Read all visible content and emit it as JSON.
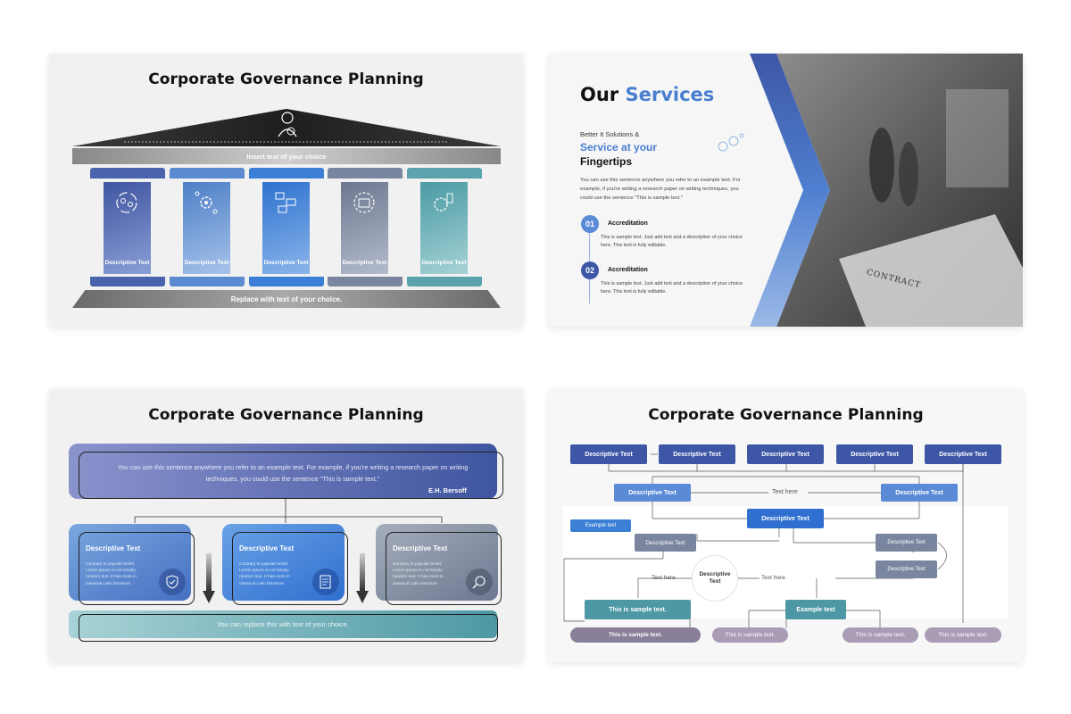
{
  "slide1": {
    "title": "Corporate Governance Planning",
    "roof_text": "Insert text of your choice",
    "base_text": "Replace with text of your choice.",
    "columns": [
      {
        "label": "Descriptive Text",
        "icon": "recycle-people-icon",
        "color": "#4a63ad"
      },
      {
        "label": "Descriptive Text",
        "icon": "gear-network-icon",
        "color": "#5a8bd0"
      },
      {
        "label": "Descriptive Text",
        "icon": "process-chart-icon",
        "color": "#3b7fd6"
      },
      {
        "label": "Descriptive Text",
        "icon": "briefcase-gear-icon",
        "color": "#7a869f"
      },
      {
        "label": "Descriptive Text",
        "icon": "gear-building-icon",
        "color": "#5aa3ad"
      }
    ],
    "roof_icon": "manager-icon"
  },
  "slide2": {
    "title_plain": "Our ",
    "title_accent": "Services",
    "subtitle_small": "Better It Solutions &",
    "subtitle_accent": "Service at your",
    "subtitle_dark": "Fingertips",
    "paragraph": "You can use this sentence anywhere you refer to an example text. For example, if you're writing a research paper on writing techniques, you could use the sentence \"This is sample text.\"",
    "items": [
      {
        "num": "01",
        "heading": "Accreditation",
        "text": "This is sample text. Just add text and a description of your choice here. This text is fully editable."
      },
      {
        "num": "02",
        "heading": "Accreditation",
        "text": "This is sample text. Just add text and a description of your choice here. This text is fully editable."
      }
    ],
    "accent": "#4a7fd0",
    "photo_caption": "CONTRACT"
  },
  "slide3": {
    "title": "Corporate Governance Planning",
    "quote": "You can use this sentence anywhere you refer to an example text. For example, if you're writing a research paper on writing techniques, you could use the sentence \"This is sample text.\"",
    "author": "E.H. Bersoff",
    "cards": [
      {
        "title": "Descriptive Text",
        "text": "Contrary to popular belief, Lorem Ipsum is not simply random text. It has roots in classical Latin literature.",
        "icon": "shield-hand-icon"
      },
      {
        "title": "Descriptive Text",
        "text": "Contrary to popular belief, Lorem Ipsum is not simply random text. It has roots in classical Latin literature.",
        "icon": "document-icon"
      },
      {
        "title": "Descriptive Text",
        "text": "Contrary to popular belief, Lorem Ipsum is not simply random text. It has roots in classical Latin literature.",
        "icon": "magnifier-icon"
      }
    ],
    "footer": "You can replace this with text of your choice."
  },
  "slide4": {
    "title": "Corporate Governance Planning",
    "top_row": [
      "Descriptive Text",
      "Descriptive Text",
      "Descriptive Text",
      "Descriptive Text",
      "Descriptive Text"
    ],
    "row2_left": "Descriptive Text",
    "row2_middle": "Text here",
    "row2_right": "Descriptive Text",
    "center_box": "Descriptive Text",
    "example_label": "Example text",
    "left_gray": "Descriptive Text",
    "right_gray_1": "Descriptive Text",
    "right_gray_2": "Descriptive Text",
    "circle_text": "Descriptive Text",
    "text_here_left": "Text here",
    "text_here_right": "Text here",
    "teal_left": "This is sample text.",
    "teal_right": "Example text",
    "pills": [
      "This is sample text.",
      "This is sample text.",
      "This is sample text.",
      "This is sample text."
    ]
  }
}
